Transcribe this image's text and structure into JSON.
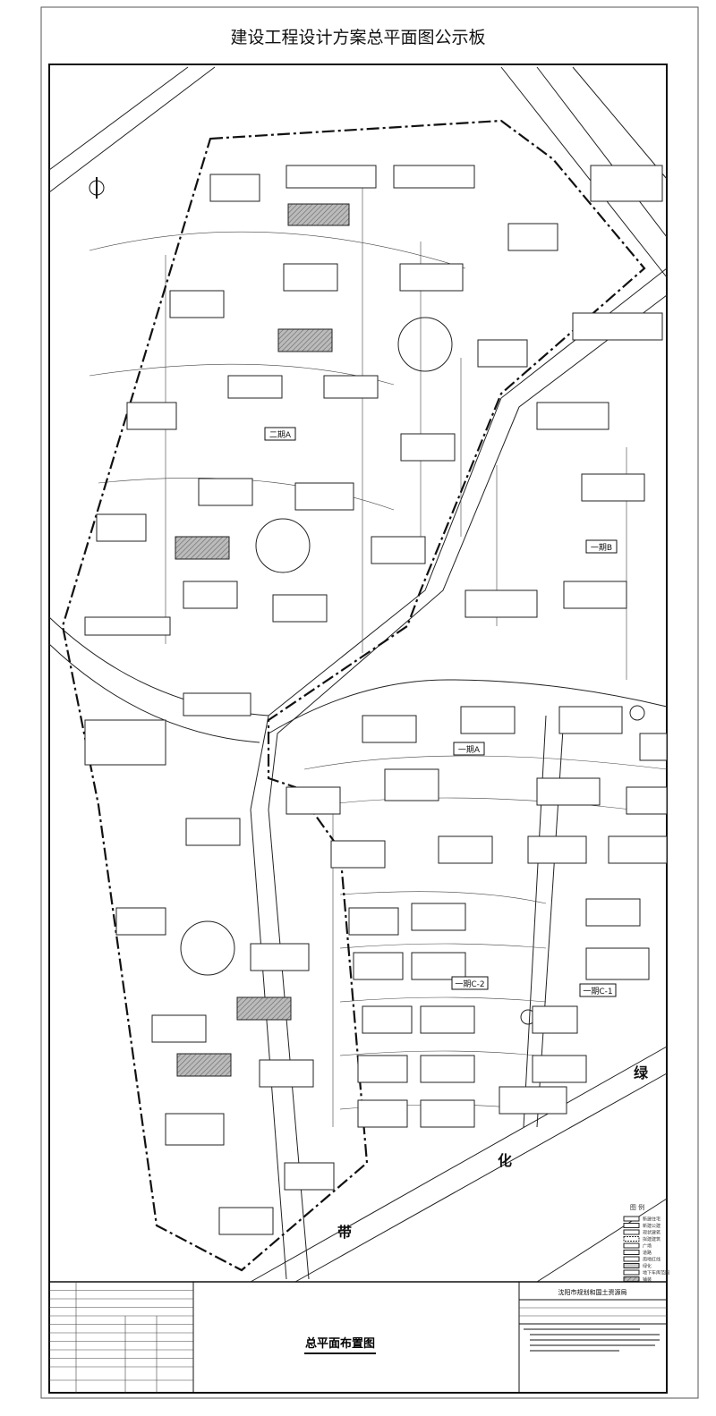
{
  "board_title": "建设工程设计方案总平面图公示板",
  "phase_labels": {
    "phase2a": "二期A",
    "phase1b": "一期B",
    "phase1a": "一期A",
    "phase1c2": "一期C-2",
    "phase1c1": "一期C-1"
  },
  "green_belt": [
    "绿",
    "化",
    "带"
  ],
  "legend": {
    "heading": "图 例",
    "items": [
      "新建住宅",
      "新建公建",
      "现状建筑",
      "拟建建筑",
      "广场",
      "道路",
      "用地红线",
      "绿化",
      "地下车库范围",
      "铺装"
    ]
  },
  "title_block": {
    "drawing_name": "总平面布置图",
    "authority": "沈阳市规划和国土资源局"
  }
}
